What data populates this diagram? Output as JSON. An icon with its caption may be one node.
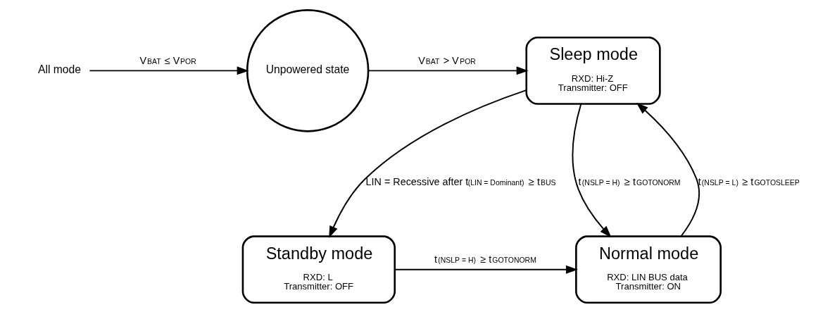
{
  "diagram": {
    "nodes": [
      {
        "text": [
          "All mode"
        ]
      },
      {
        "text": [
          "Unpowered state"
        ]
      },
      {
        "text": [
          "Sleep mode",
          "RXD: Hi-Z",
          "Transmitter: OFF"
        ]
      },
      {
        "text": [
          "Standby mode",
          "RXD: L",
          "Transmitter: OFF"
        ]
      },
      {
        "text": [
          "Normal mode",
          "RXD: LIN BUS data",
          "Transmitter: ON"
        ]
      }
    ],
    "edges": [
      {
        "from": 0,
        "to": 1,
        "arrow": "to",
        "label": "V$_{BAT}$ ≤ V$_{POR}$"
      },
      {
        "from": 1,
        "to": 2,
        "arrow": "to",
        "label": "V$_{BAT}$ > V$_{POR}$"
      },
      {
        "from": 2,
        "to": 3,
        "arrow": "to",
        "label": "LIN = Recessive after t$_{(LIN = Dominant)}$ ≥ t$_{BUS}$"
      },
      {
        "from": 2,
        "to": 4,
        "arrow": "to",
        "label": "t$_{(NSLP = H)}$ ≥ t$_{GOTONORM}$"
      },
      {
        "from": 4,
        "to": 2,
        "arrow": "to",
        "label": "t$_{(NSLP = L)}$ ≥ t$_{GOTOSLEEP}$"
      },
      {
        "from": 3,
        "to": 4,
        "arrow": "to",
        "label": "t$_{(NSLP = H)}$ ≥ t$_{GOTONORM}$"
      }
    ]
  }
}
